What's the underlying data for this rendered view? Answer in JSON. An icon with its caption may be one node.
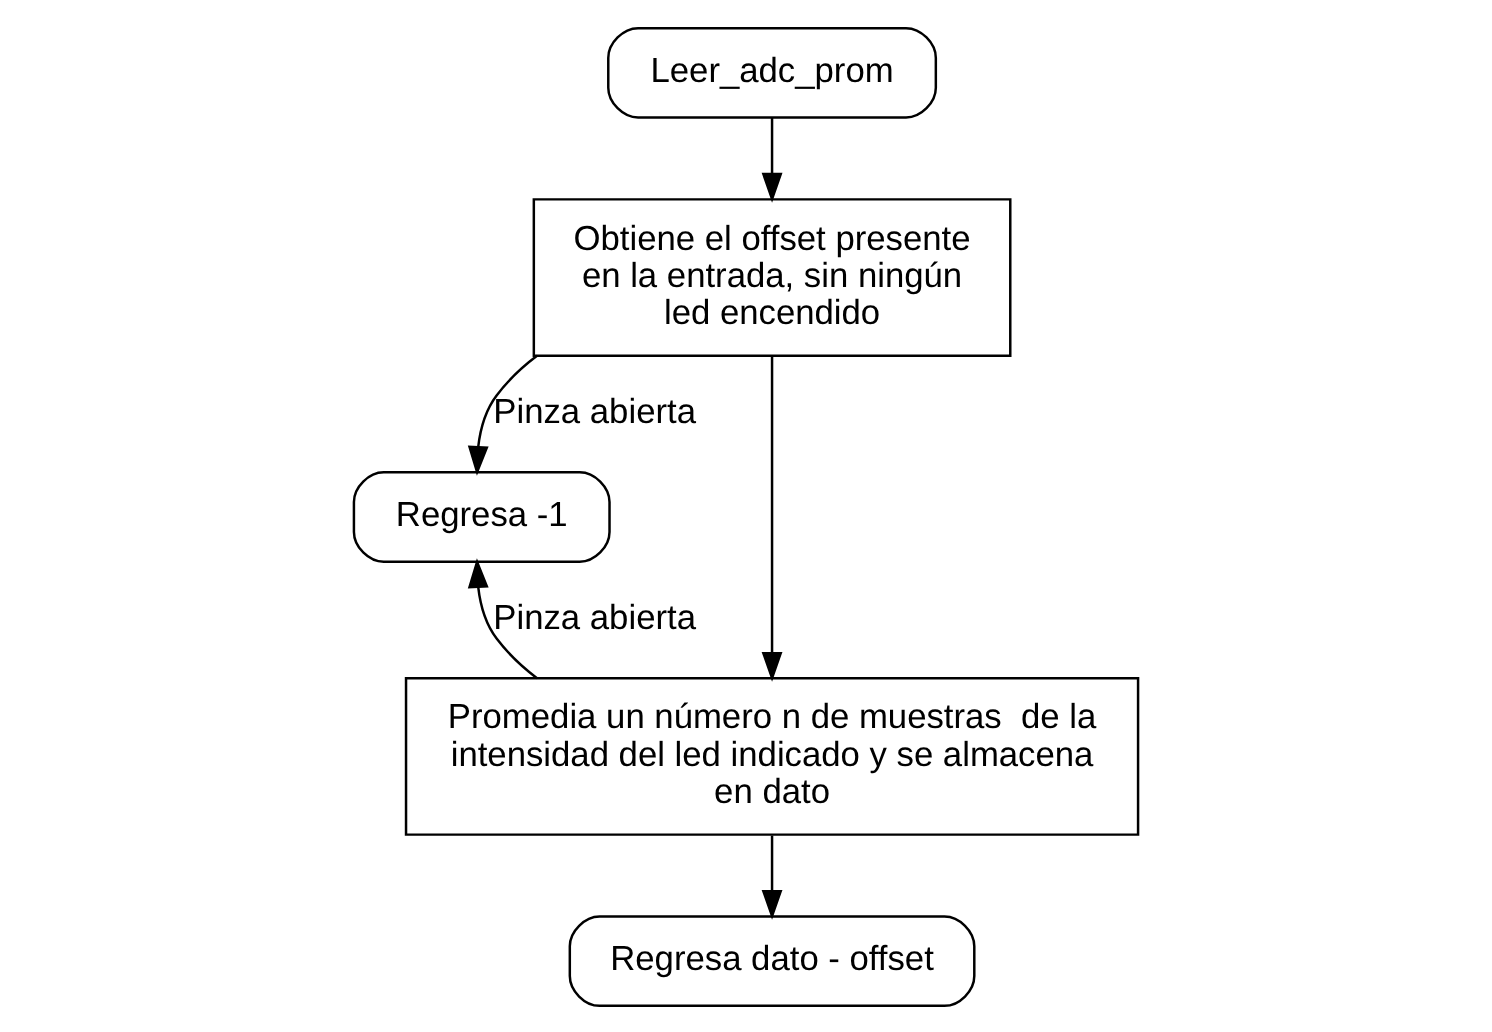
{
  "diagram": {
    "nodes": [
      {
        "text": [
          "Leer_adc_prom"
        ]
      },
      {
        "text": [
          "Obtiene el offset presente en la entrada, sin ningún led encendido"
        ]
      },
      {
        "text": [
          "Regresa -1"
        ]
      },
      {
        "text": [
          "Promedia un número n de muestras  de la intensidad del led indicado y se almacena en dato"
        ]
      },
      {
        "text": [
          "Regresa dato - offset"
        ]
      }
    ],
    "edges": [
      {
        "from": 0,
        "to": 1,
        "arrow": "to"
      },
      {
        "from": 1,
        "to": 3,
        "arrow": "to"
      },
      {
        "from": 3,
        "to": 4,
        "arrow": "to"
      },
      {
        "from": 1,
        "to": 2,
        "arrow": "to",
        "label": "Pinza abierta"
      },
      {
        "from": 3,
        "to": 2,
        "arrow": "to",
        "label": "Pinza abierta"
      }
    ]
  }
}
